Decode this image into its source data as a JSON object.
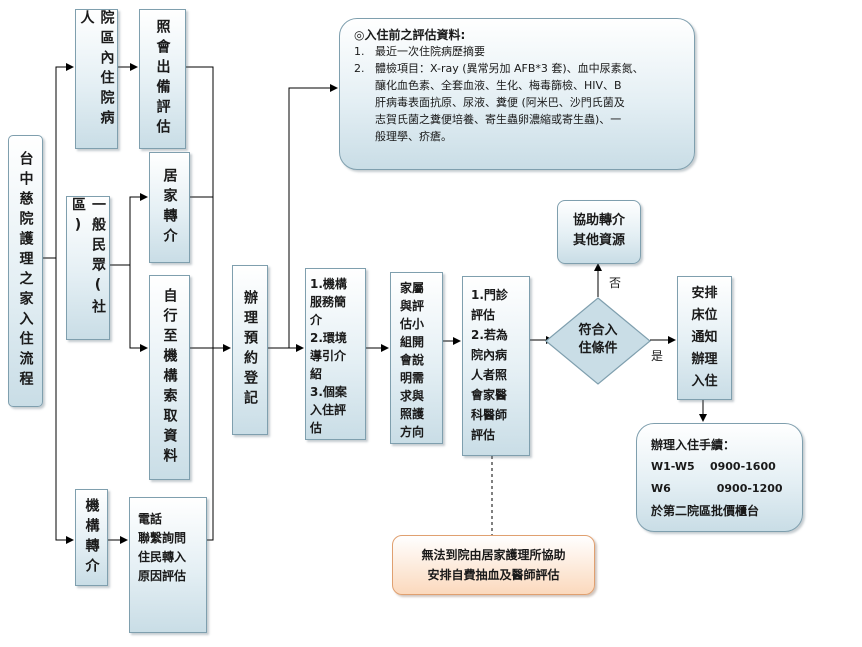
{
  "start": "台中慈院護理之家入住流程",
  "src_inpatient": "院區內住院病人",
  "src_consult": "照會出備評估",
  "src_public": "一般民眾(社區)",
  "src_home": "居家轉介",
  "src_self": "自行至機構索取資料",
  "src_agency": "機構轉介",
  "src_phone": [
    "電話",
    "聯繫詢問",
    "住民轉入",
    "原因評估"
  ],
  "step_register": "辦理預約登記",
  "step_intro": [
    "1.機構",
    "服務簡",
    "介",
    "2.環境",
    "導引介",
    "紹",
    "3.個案",
    "入住評",
    "估"
  ],
  "step_meeting": [
    "家屬",
    "與評",
    "估小",
    "組開",
    "會說",
    "明需",
    "求與",
    "照護",
    "方向"
  ],
  "step_eval": [
    "1.門診",
    "評估",
    "2.若為",
    "院內病",
    "人者照",
    "會家醫",
    "科醫師",
    "評估"
  ],
  "decision": [
    "符合入",
    "住條件"
  ],
  "label_no": "否",
  "label_yes": "是",
  "referral": [
    "協助轉介",
    "其他資源"
  ],
  "arrange": [
    "安排",
    "床位",
    "通知",
    "辦理",
    "入住"
  ],
  "pre_eval": {
    "title": "◎入住前之評估資料:",
    "items": [
      "1.   最近一次住院病歷摘要",
      "2.   體檢項目：X-ray (異常另加 AFB*3 套)、血中尿素氮、",
      "      釀化血色素、全套血液、生化、梅毒篩檢、HIV、B",
      "      肝病毒表面抗原、尿液、糞便 (阿米巴、沙門氏菌及",
      "      志賀氏菌之糞便培養、寄生蟲卵濃縮或寄生蟲)、一",
      "      般理學、疥瘡。"
    ]
  },
  "procedure": {
    "title": "辦理入住手續：",
    "rows": [
      "W1-W5    0900-1600",
      "W6            0900-1200"
    ],
    "footer": "於第二院區批價櫃台"
  },
  "note": [
    "無法到院由居家護理所協助",
    "安排自費抽血及醫師評估"
  ],
  "colors": {
    "box_border": "#7f9fae",
    "box_fill": "#c9dde6",
    "note_fill": "#fbd9bd",
    "line": "#000000"
  }
}
